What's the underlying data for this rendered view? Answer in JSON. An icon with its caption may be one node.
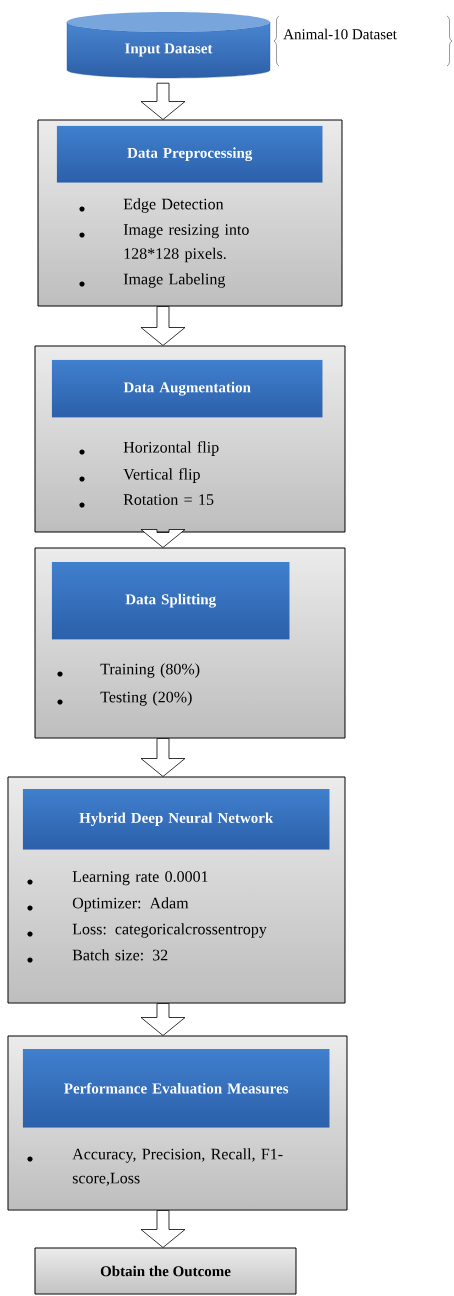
{
  "diagram": {
    "nodes": [
      {
        "text": [
          "Input Dataset"
        ],
        "beside": [
          "Animal-10 Dataset"
        ]
      },
      {
        "text": [
          "Edge Detection",
          "Image resizing into 128*128 pixels.",
          "Image Labeling"
        ]
      },
      {
        "text": [
          "Data Preprocessing"
        ],
        "in": 1
      },
      {
        "text": [
          "Horizontal flip",
          "Vertical flip",
          "Rotation = 15"
        ]
      },
      {
        "text": [
          "Data Augmentation"
        ],
        "in": 3
      },
      {
        "text": [
          "Training (80%)",
          "Testing (20%)"
        ]
      },
      {
        "text": [
          "Data Splitting"
        ],
        "in": 5
      },
      {
        "text": [
          "Learning rate 0.0001",
          "Optimizer: Adam",
          "Loss: categoricalcrossentropy",
          "Batch size: 32"
        ]
      },
      {
        "text": [
          "Hybrid Deep Neural Network"
        ],
        "in": 7
      },
      {
        "text": [
          "Accuracy, Precision, Recall, F1-score,Loss"
        ]
      },
      {
        "text": [
          "Performance Evaluation Measures"
        ],
        "in": 9
      },
      {
        "text": [
          "Obtain the Outcome"
        ]
      }
    ],
    "edges": [
      {
        "from": 0,
        "to": 1,
        "arrow": "to"
      },
      {
        "from": 1,
        "to": 3,
        "arrow": "to"
      },
      {
        "from": 3,
        "to": 5,
        "arrow": "to"
      },
      {
        "from": 5,
        "to": 7,
        "arrow": "to"
      },
      {
        "from": 7,
        "to": 9,
        "arrow": "to"
      },
      {
        "from": 9,
        "to": 11,
        "arrow": "to"
      }
    ]
  }
}
